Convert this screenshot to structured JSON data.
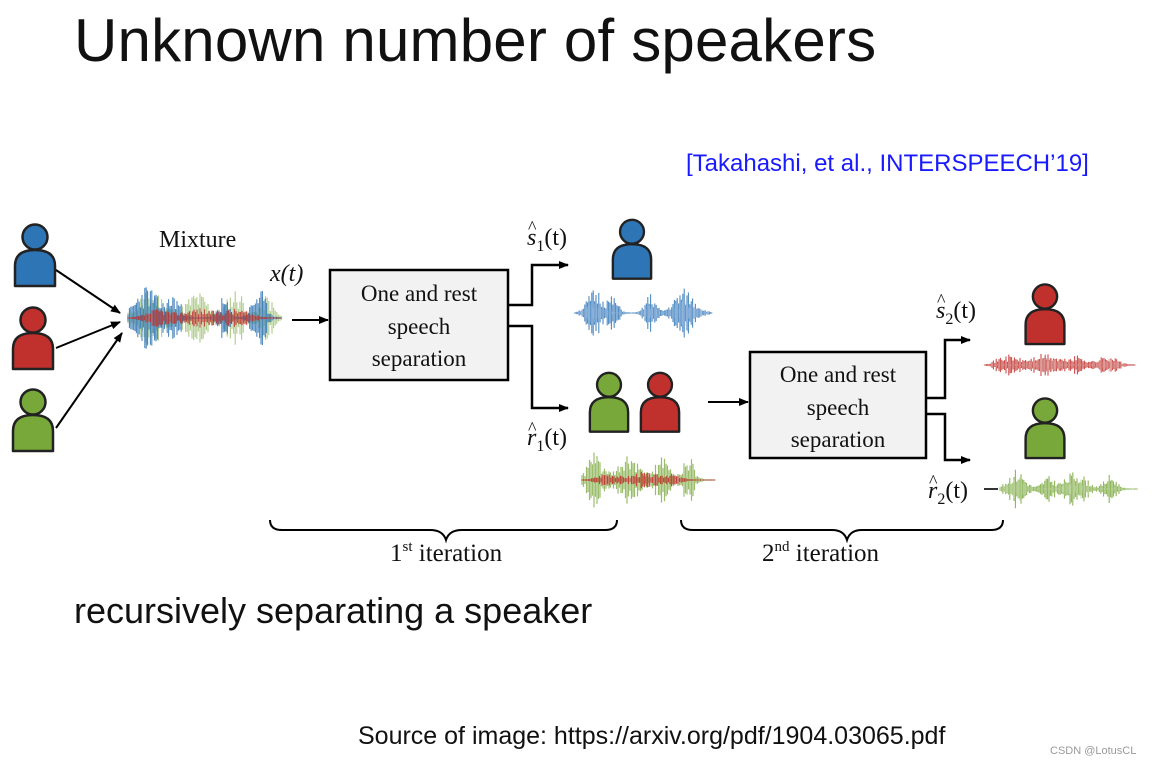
{
  "slide": {
    "title": "Unknown number of speakers",
    "citation": "[Takahashi, et al., INTERSPEECH’19]",
    "caption": "recursively separating a speaker",
    "source": "Source of image: https://arxiv.org/pdf/1904.03065.pdf",
    "watermark": "CSDN @LotusCL"
  },
  "diagram": {
    "mixture_label": "Mixture",
    "input_signal": "x(t)",
    "block1": {
      "line1": "One and rest",
      "line2": "speech",
      "line3": "separation"
    },
    "block2": {
      "line1": "One and rest",
      "line2": "speech",
      "line3": "separation"
    },
    "s1_label": {
      "symbol": "s",
      "sub": "1",
      "arg": "(t)"
    },
    "r1_label": {
      "symbol": "r",
      "sub": "1",
      "arg": "(t)"
    },
    "s2_label": {
      "symbol": "s",
      "sub": "2",
      "arg": "(t)"
    },
    "r2_label": {
      "symbol": "r",
      "sub": "2",
      "arg": "(t)"
    },
    "iteration1": {
      "num": "1",
      "sup": "st",
      "word": " iteration"
    },
    "iteration2": {
      "num": "2",
      "sup": "nd",
      "word": " iteration"
    },
    "speaker_colors": {
      "blue": "#2e75b6",
      "red": "#c0302c",
      "green": "#78a83a"
    }
  }
}
